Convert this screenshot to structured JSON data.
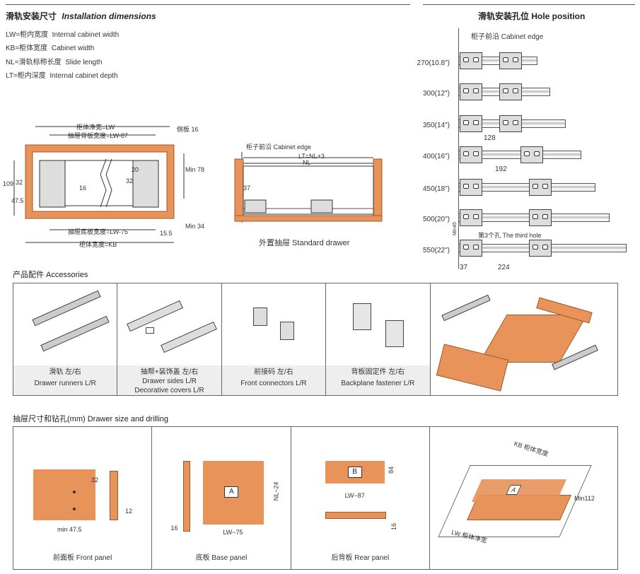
{
  "install": {
    "title_cn": "滑轨安装尺寸",
    "title_en": "Installation dimensions",
    "defs": [
      {
        "cn": "LW=柜内宽度",
        "en": "Internal cabinet width"
      },
      {
        "cn": "KB=柜体宽度",
        "en": "Cabinet width"
      },
      {
        "cn": "NL=滑轨标称长度",
        "en": "Slide length"
      },
      {
        "cn": "LT=柜内深度",
        "en": "Internal cabinet depth"
      }
    ],
    "front_diagram": {
      "lw": "柜体净宽=LW",
      "back_width": "抽屉背板宽度=LW-87",
      "side_board": "侧板 16",
      "base_width": "抽屉底板宽度=LW-75",
      "kb": "柜体宽度=KB",
      "d109": "109",
      "d32": "32",
      "d47": "47.5",
      "d16": "16",
      "d20": "20",
      "d32b": "32",
      "min78": "Min 78",
      "min34": "Min 34",
      "d155": "15.5"
    },
    "side_diagram": {
      "edge": "柜子前沿 Cabinet edge",
      "lt": "LT=NL+3",
      "nl": "NL",
      "d37": "37",
      "caption": "外置抽屉 Standard drawer"
    }
  },
  "hole": {
    "title": "滑轨安装孔位 Hole position",
    "edge": "柜子前沿 Cabinet edge",
    "rows": [
      "270(10.8\")",
      "300(12\")",
      "350(14\")",
      "400(16\")",
      "450(18\")",
      "500(20\")",
      "550(22\")"
    ],
    "d128": "128",
    "d192": "192",
    "third_hole": "第3个孔 The third hole",
    "min45": "Min45",
    "d37": "37",
    "d224": "224"
  },
  "accessories": {
    "title": "产品配件 Accessories",
    "items": [
      {
        "cn": "滑轨  左/右",
        "en": "Drawer runners  L/R",
        "en2": ""
      },
      {
        "cn": "抽帮+装饰盖  左/右",
        "en": "Drawer sides  L/R",
        "en2": "Decorative covers  L/R"
      },
      {
        "cn": "前接码  左/右",
        "en": "Front connectors  L/R",
        "en2": ""
      },
      {
        "cn": "背板固定件  左/右",
        "en": "Backplane fastener  L/R",
        "en2": ""
      }
    ]
  },
  "drilling": {
    "title": "抽屉尺寸和钻孔(mm)  Drawer size and drilling",
    "front": {
      "caption": "前面板   Front panel",
      "d32": "32",
      "d12": "12",
      "min": "min 47.5"
    },
    "base": {
      "caption": "底板   Base panel",
      "label": "A",
      "nl": "NL−24",
      "d16": "16",
      "lw": "LW−75"
    },
    "rear": {
      "caption": "后背板   Rear panel",
      "label": "B",
      "d84": "84",
      "lw": "LW−87",
      "d16": "16"
    },
    "iso": {
      "kb": "KB 柜体宽度",
      "lw": "LW 柜体净宽",
      "min": "Min112",
      "label": "A"
    }
  },
  "colors": {
    "panel": "#e7935a",
    "panel_dark": "#c96b35"
  }
}
